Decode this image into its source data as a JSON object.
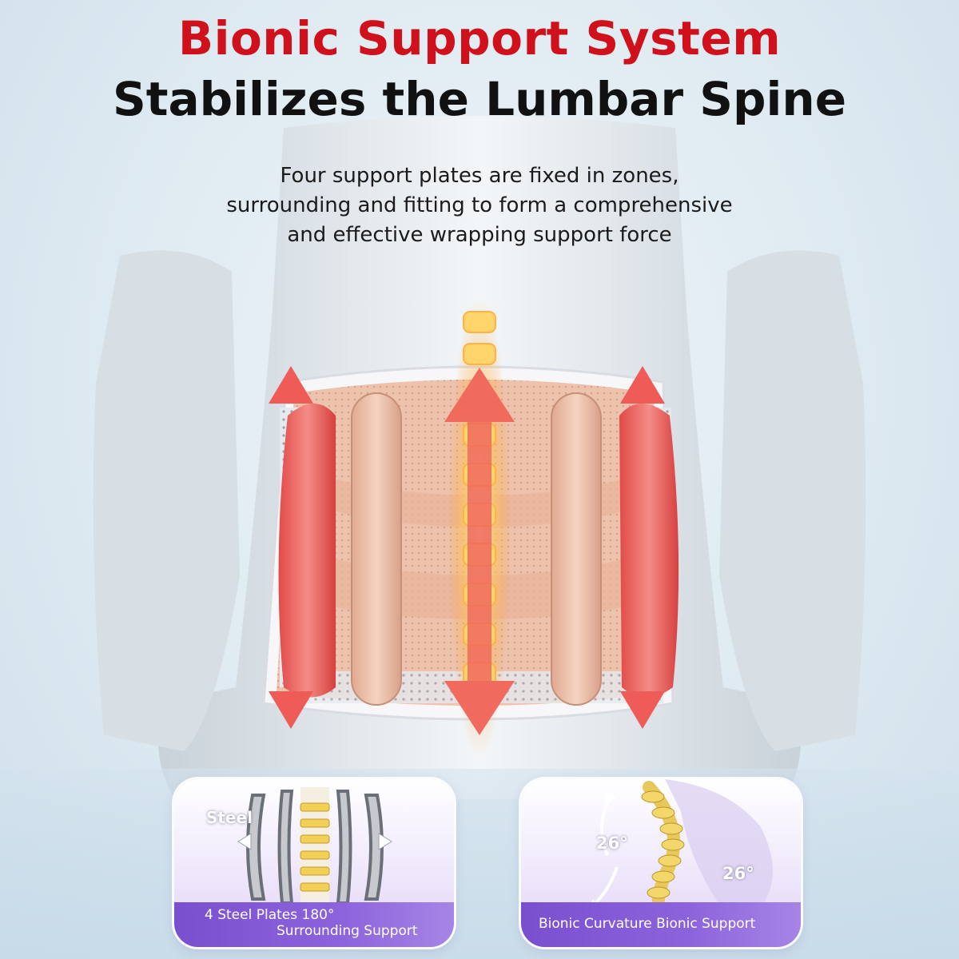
{
  "header": {
    "title_line1": "Bionic Support System",
    "title_line2": "Stabilizes the Lumbar Spine"
  },
  "description": {
    "line1": "Four support plates are fixed in zones,",
    "line2": "surrounding and fitting to form a comprehensive",
    "line3": "and effective wrapping support force"
  },
  "cards": {
    "left": {
      "tag": "Steel",
      "footer_line1": "4 Steel Plates 180°",
      "footer_line2": "Surrounding Support"
    },
    "right": {
      "angle_top": "26°",
      "angle_bottom": "26°",
      "footer": "Bionic Curvature Bionic Support"
    }
  },
  "colors": {
    "title_red": "#d0111b",
    "title_black": "#111111",
    "arrow_red": "#f0605a",
    "brace_beige": "#e8b9a0",
    "footer_purple": "#7a4fcf"
  }
}
